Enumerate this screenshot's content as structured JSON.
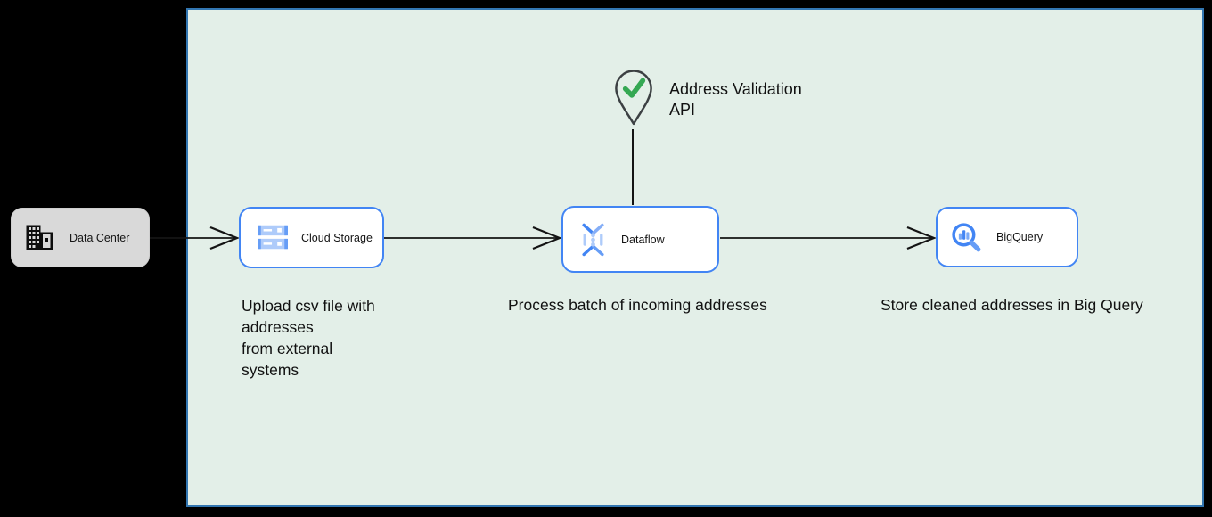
{
  "nodes": {
    "datacenter": {
      "label": "Data Center"
    },
    "cloud_storage": {
      "label": "Cloud Storage",
      "note": "Upload csv file with\naddresses\nfrom external\nsystems"
    },
    "dataflow": {
      "label": "Dataflow",
      "note": "Process batch of incoming addresses"
    },
    "bigquery": {
      "label": "BigQuery",
      "note": "Store cleaned addresses in Big Query"
    }
  },
  "api_marker": {
    "label": "Address Validation\nAPI"
  },
  "icons": {
    "datacenter": "building-icon",
    "cloud_storage": "cloud-storage-icon",
    "dataflow": "dataflow-icon",
    "bigquery": "bigquery-icon",
    "api": "map-pin-check-icon"
  },
  "colors": {
    "background": "#000000",
    "zone_fill": "#e3efe8",
    "zone_border": "#3276b1",
    "node_border": "#4285f4",
    "datacenter_fill": "#d9d9d9",
    "arrow": "#141414",
    "check_green": "#34a853",
    "pin_outline": "#3c4043",
    "icon_blue_dark": "#4285f4",
    "icon_blue_mid": "#669df6",
    "icon_blue_light": "#aecbfa",
    "text": "#111111"
  }
}
